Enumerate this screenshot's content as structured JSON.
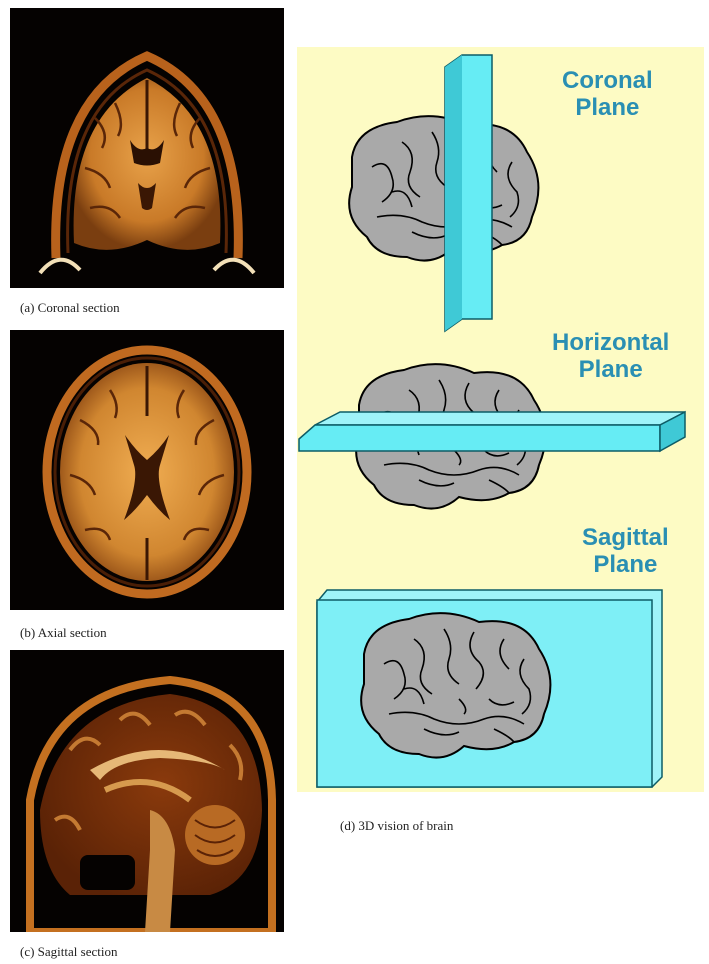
{
  "sections": {
    "coronal": {
      "caption": "(a) Coronal section"
    },
    "axial": {
      "caption": "(b) Axial section"
    },
    "sagittal": {
      "caption": "(c) Sagittal section"
    }
  },
  "vision_3d": {
    "caption": "(d) 3D vision of brain",
    "planes": [
      {
        "line1": "Coronal",
        "line2": "Plane"
      },
      {
        "line1": "Horizontal",
        "line2": "Plane"
      },
      {
        "line1": "Sagittal",
        "line2": "Plane"
      }
    ]
  },
  "colors": {
    "panel_background": "#fdfbc4",
    "plane_fill": "#66ecf4",
    "brain_fill": "#a9a9a9",
    "label_color": "#2a8fb3",
    "mri_background": "#050201",
    "mri_tissue": "#d98a32"
  }
}
